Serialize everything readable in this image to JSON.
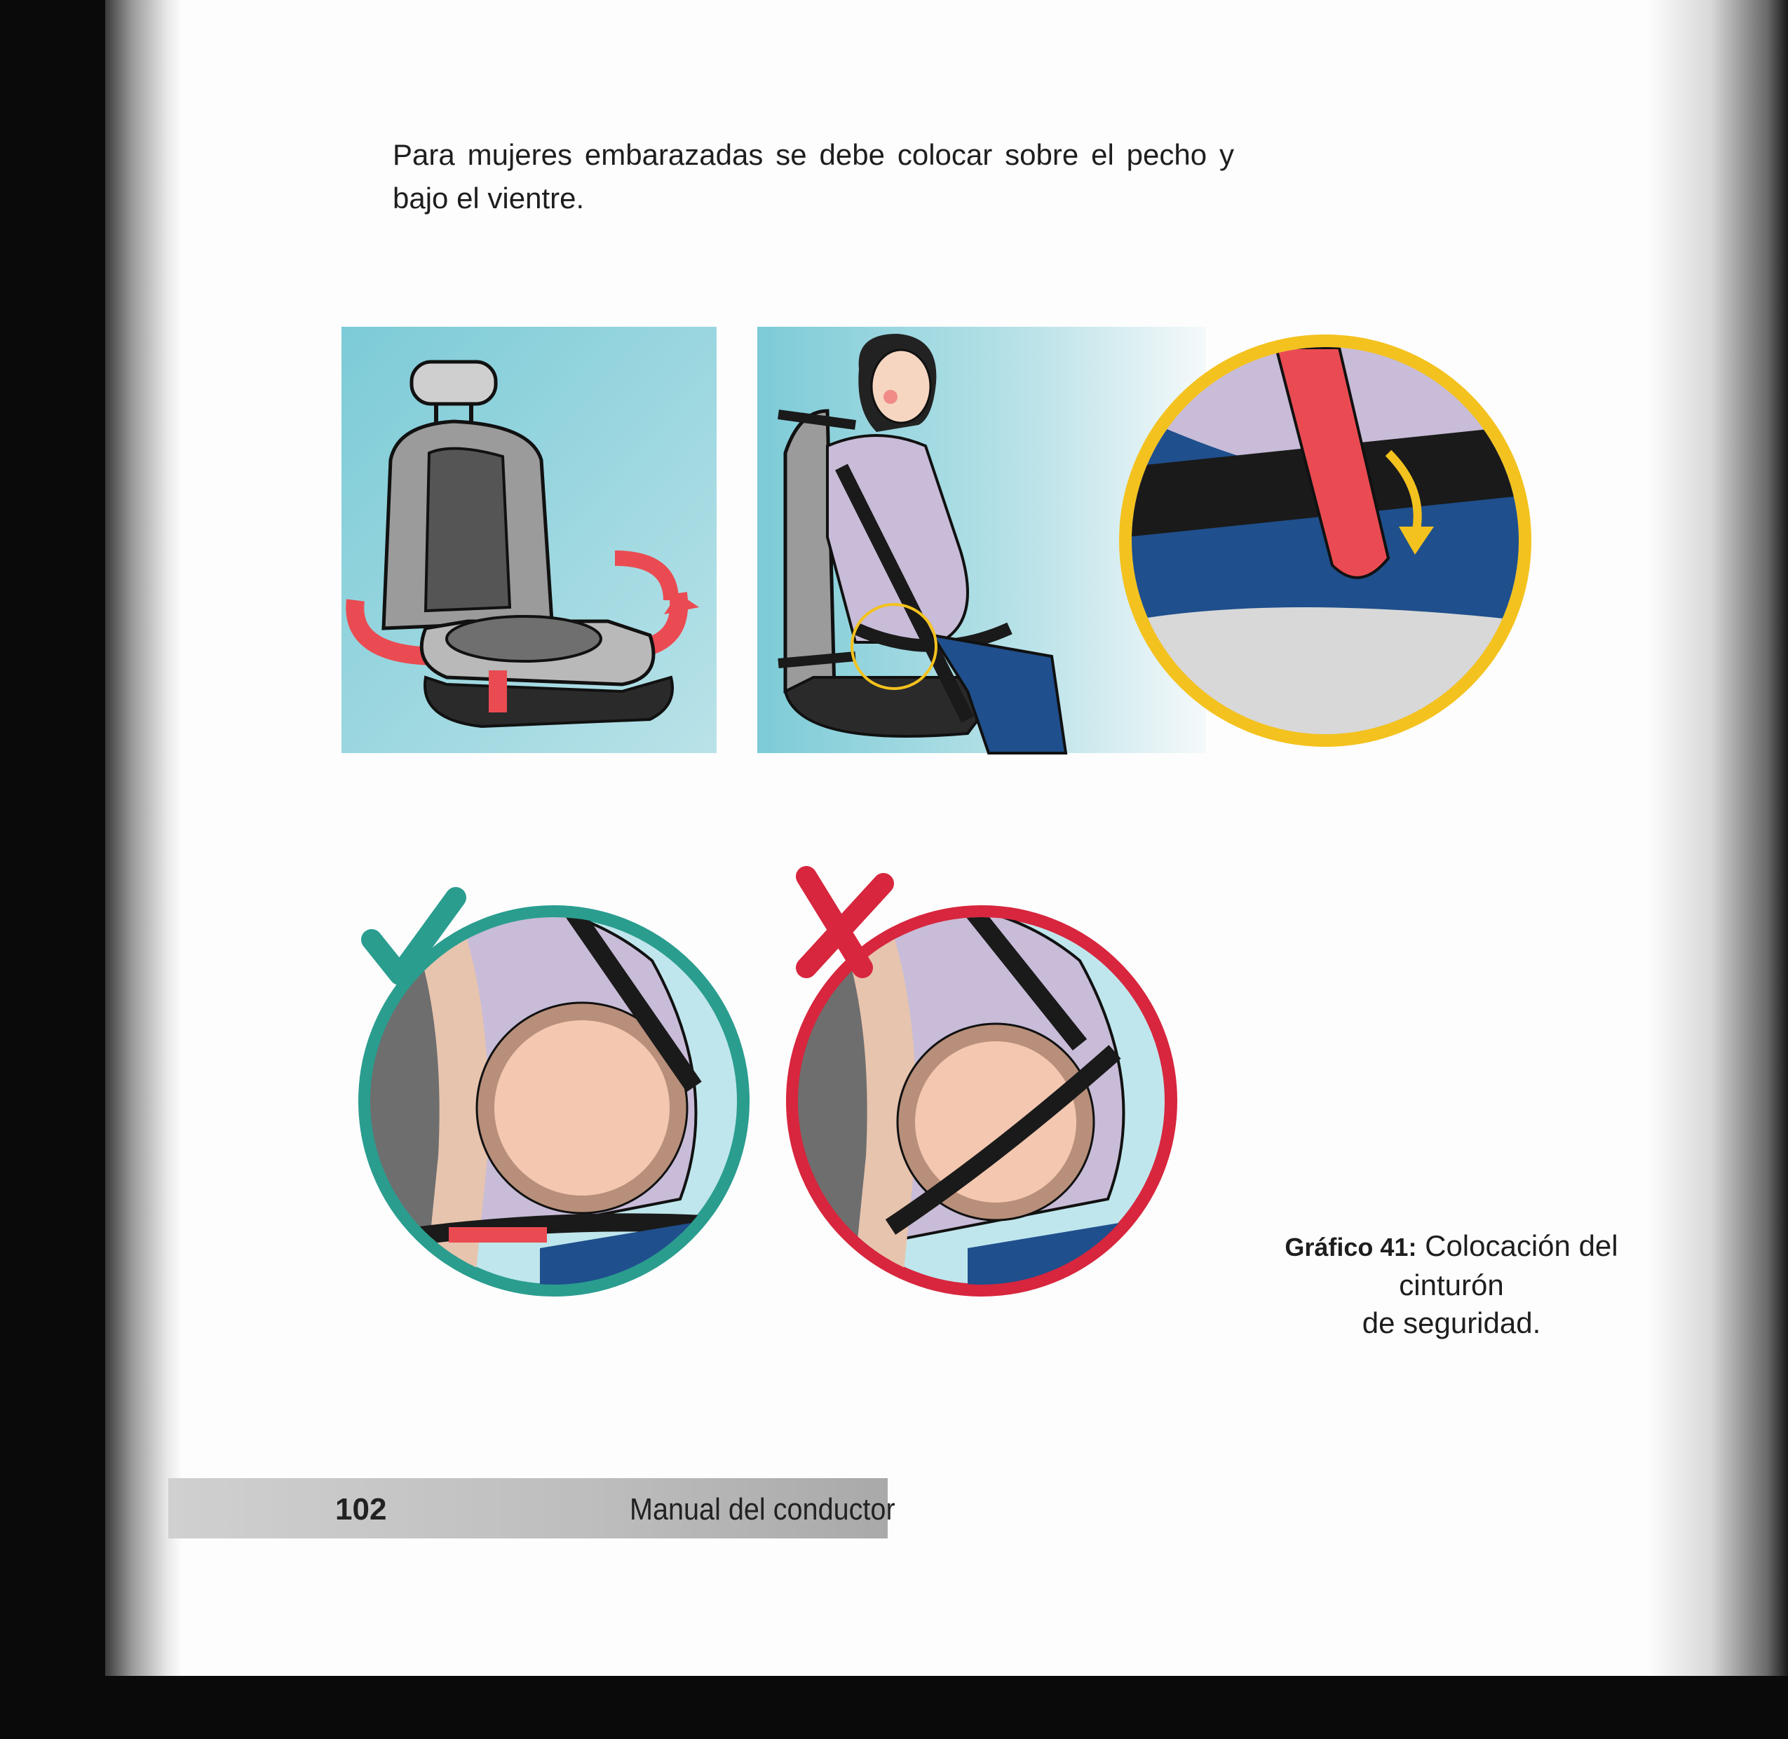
{
  "body": {
    "paragraph": "Para mujeres embarazadas se debe colocar sobre el pecho y bajo el vientre."
  },
  "figure": {
    "caption_label": "Gráfico 41:",
    "caption_line1": "Colocación del cinturón",
    "caption_line2": "de seguridad.",
    "correct_color": "#2a9d8f",
    "wrong_color": "#d7263d",
    "belt_color": "#ea4b52",
    "background_color": "#7cccd8",
    "zoom_ring_color": "#f4c21e"
  },
  "footer": {
    "page_number": "102",
    "title": "Manual del conductor"
  }
}
